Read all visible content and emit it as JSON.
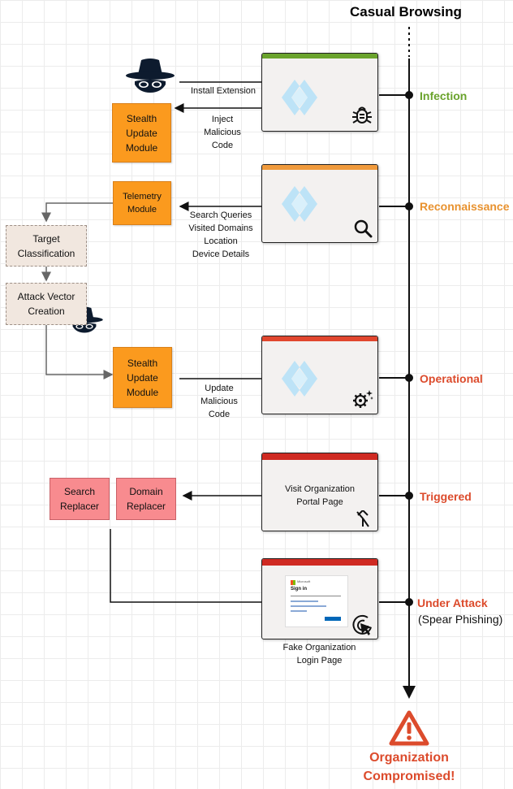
{
  "header": {
    "title": "Casual Browsing"
  },
  "stages": {
    "infection": {
      "label": "Infection",
      "color": "#6aa32c"
    },
    "reconnaissance": {
      "label": "Reconnaissance",
      "color": "#e8922f"
    },
    "operational": {
      "label": "Operational",
      "color": "#dc4b2c"
    },
    "triggered": {
      "label": "Triggered",
      "color": "#dc4b2c"
    },
    "under_attack": {
      "label": "Under Attack",
      "sub": "(Spear Phishing)",
      "color": "#dc4b2c"
    }
  },
  "boxes": {
    "stealth_update_1": "Stealth\nUpdate\nModule",
    "telemetry": "Telemetry\nModule",
    "target_classification": "Target\nClassification",
    "attack_vector": "Attack Vector\nCreation",
    "stealth_update_2": "Stealth\nUpdate\nModule",
    "search_replacer": "Search\nReplacer",
    "domain_replacer": "Domain\nReplacer"
  },
  "edges": {
    "install_extension": "Install Extension",
    "inject_code": "Inject\nMalicious\nCode",
    "telemetry_data": "Search Queries\nVisited Domains\nLocation\nDevice Details",
    "update_code": "Update\nMalicious\nCode"
  },
  "windows": {
    "triggered_page": "Visit Organization\nPortal Page",
    "fake_login_caption": "Fake Organization\nLogin Page"
  },
  "login_mock": {
    "brand": "Microsoft",
    "heading": "Sign in"
  },
  "outcome": {
    "text": "Organization\nCompromised!",
    "color": "#dc4b2c"
  },
  "icons": [
    "hacker-icon",
    "extension-logo-icon",
    "bug-icon",
    "search-icon",
    "gears-icon",
    "merge-icon",
    "cursor-click-icon",
    "warning-icon"
  ]
}
